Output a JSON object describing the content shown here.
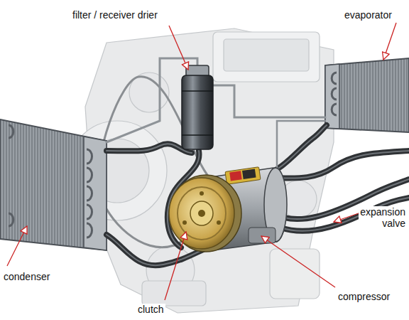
{
  "diagram": {
    "labels": [
      "filter / receiver drier",
      "evaporator",
      "condenser",
      "clutch",
      "compressor",
      "expansion valve"
    ]
  }
}
